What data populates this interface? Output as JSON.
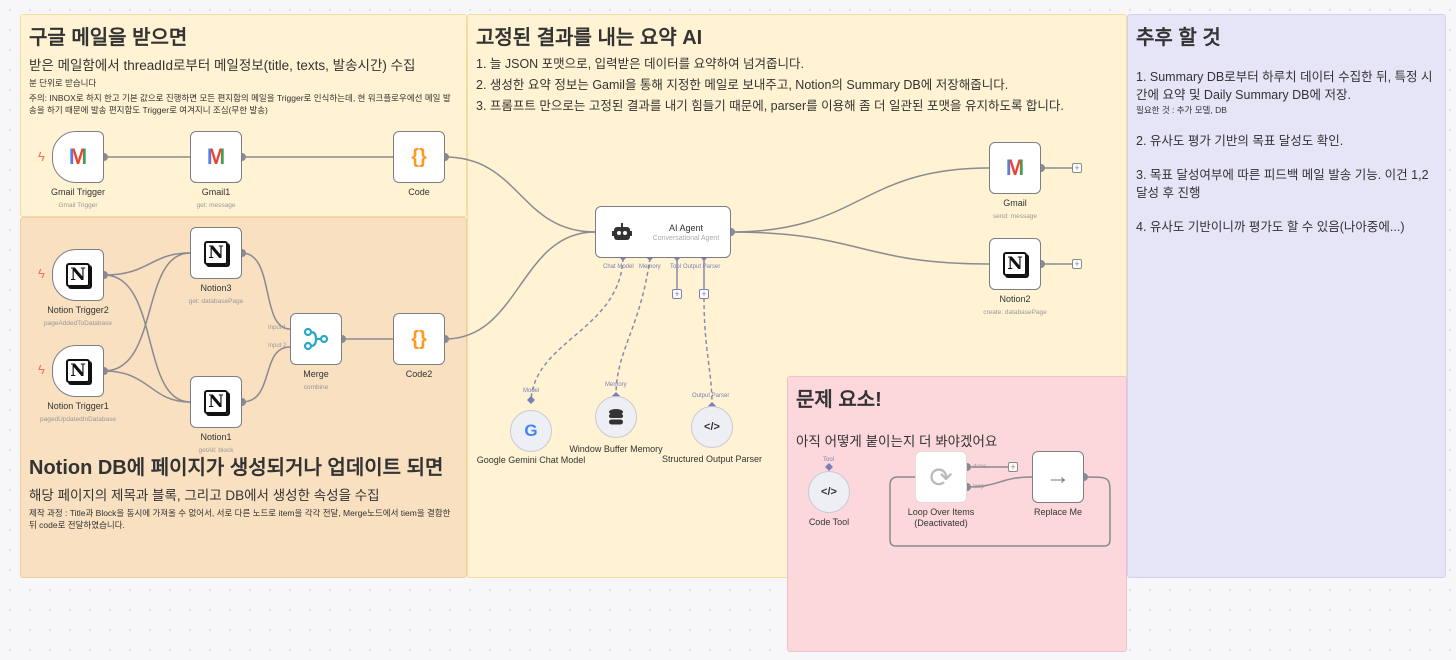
{
  "notes": {
    "gmail": {
      "title": "구글 메일을 받으면",
      "subtitle": "받은 메일함에서 threadId로부터 메일정보(title, texts, 발송시간) 수집",
      "line1": "분 단위로 받습니다",
      "line2": "주의: INBOX로 하지 한고 기본 값으로 진행하면 모든 편지함의 메일을 Trigger로 인식하는데, 현 워크플로우에선 메일 발송을 하기 때문에 발송 편지함도 Trigger로 여겨지니 조심(무한 발송)"
    },
    "notion": {
      "title": "Notion DB에 페이지가 생성되거나 업데이트 되면",
      "subtitle": "해당 페이지의 제목과 블록, 그리고 DB에서 생성한 속성을 수집",
      "line1": "제작 과정 : Title과 Block을 동시에 가져올 수 없어서, 서로 다른 노드로 item을 각각 전달, Merge노드에서 tiem을 결합한 뒤 code로 전달하였습니다."
    },
    "ai": {
      "title": "고정된 결과를 내는 요약 AI",
      "items": [
        "1. 늘 JSON 포맷으로, 입력받은 데이터를 요약하여 넘겨줍니다.",
        "2. 생성한 요약 정보는 Gamil을 통해 지정한 메일로 보내주고, Notion의 Summary DB에 저장해줍니다.",
        "3. 프롬프트 만으로는 고정된 결과를 내기 힘들기 때문에, parser를 이용해 좀 더 일관된 포맷을 유지하도록 합니다."
      ]
    },
    "todo": {
      "title": "추후 할 것",
      "item1": "1. Summary DB로부터 하루치 데이터 수집한 뒤, 특정 시간에 요약 및 Daily Summary DB에 저장.",
      "item1_note": "필요한 것 : 추가 모델, DB",
      "item2": "2. 유사도 평가 기반의 목표 달성도 확인.",
      "item3": "3. 목표 달성여부에 따른 피드백 메일 발송 기능. 이건 1,2 달성 후 진행",
      "item4": "4. 유사도 기반이니까 평가도 할 수 있음(나아중에...)"
    },
    "problem": {
      "title": "문제 요소!",
      "subtitle": "아직 어떻게 붙이는지 더 봐야겠어요"
    }
  },
  "nodes": {
    "gmail_trigger": {
      "name": "Gmail Trigger",
      "sub": "Gmail Trigger"
    },
    "gmail1": {
      "name": "Gmail1",
      "sub": "get: message"
    },
    "code": {
      "name": "Code"
    },
    "notion_trigger2": {
      "name": "Notion Trigger2",
      "sub": "pageAddedToDatabase"
    },
    "notion_trigger1": {
      "name": "Notion Trigger1",
      "sub": "pagedUpdatedInDatabase"
    },
    "notion3": {
      "name": "Notion3",
      "sub": "get: databasePage"
    },
    "notion1": {
      "name": "Notion1",
      "sub": "getAll: block"
    },
    "merge": {
      "name": "Merge",
      "sub": "combine",
      "input1": "Input 1",
      "input2": "Input 2"
    },
    "code2": {
      "name": "Code2"
    },
    "ai_agent": {
      "name": "AI Agent",
      "sub": "Conversational Agent",
      "ports": [
        "Chat Model",
        "Memory",
        "Tool",
        "Output Parser"
      ]
    },
    "gmail": {
      "name": "Gmail",
      "sub": "send: message"
    },
    "notion2": {
      "name": "Notion2",
      "sub": "create: databasePage"
    },
    "gemini": {
      "name": "Google Gemini Chat Model",
      "port": "Model"
    },
    "memory": {
      "name": "Window Buffer Memory",
      "port": "Memory"
    },
    "parser": {
      "name": "Structured Output Parser",
      "port": "Output Parser"
    },
    "code_tool": {
      "name": "Code Tool",
      "port": "Tool"
    },
    "loop": {
      "name": "Loop Over Items (Deactivated)",
      "done": "done",
      "loop": "loop"
    },
    "replace": {
      "name": "Replace Me"
    }
  },
  "icons": {
    "plus": "+",
    "code": "{}",
    "codetag": "</>",
    "notion": "N",
    "gmail": "M",
    "google": "G",
    "arrow": "→",
    "loop": "⟳",
    "bolt": "ϟ"
  },
  "colors": {
    "port": "#7b7fb5",
    "wire": "#8a8a92",
    "trigger": "#ff6d5a"
  }
}
